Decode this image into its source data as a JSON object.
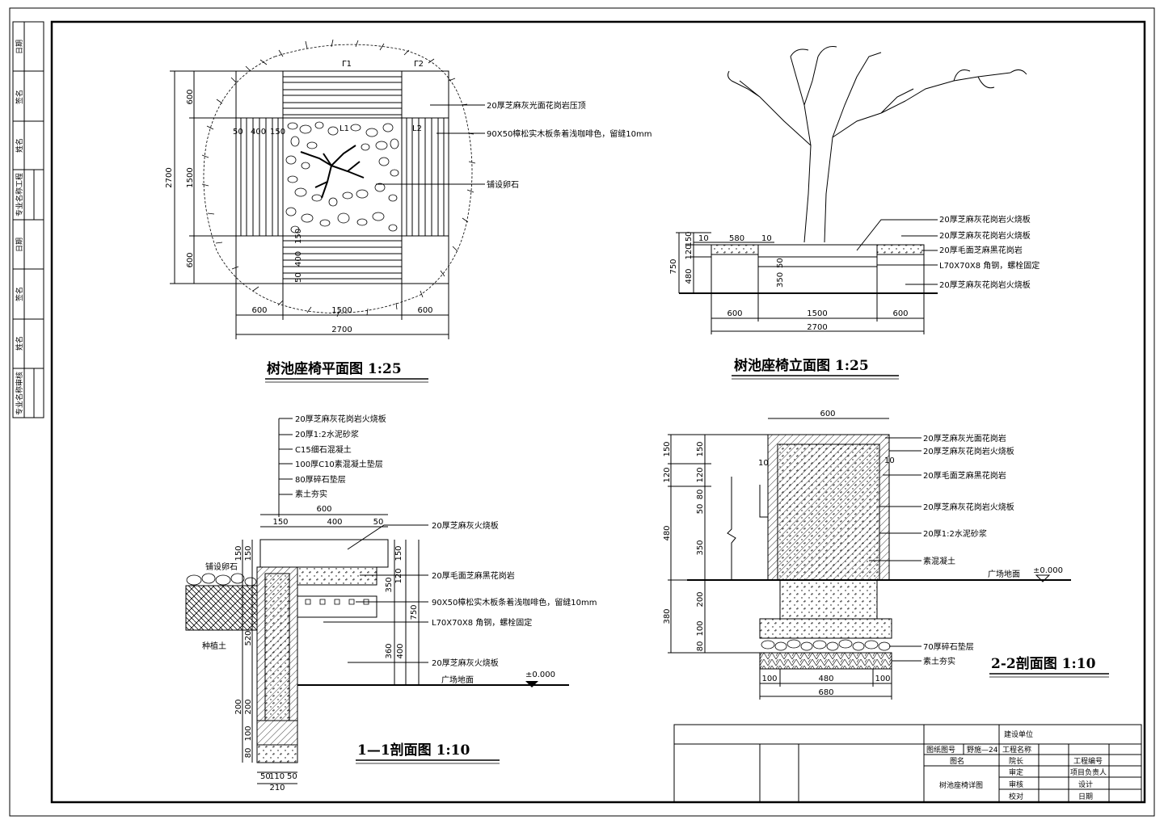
{
  "titles": {
    "plan": "树池座椅平面图 1:25",
    "elevation": "树池座椅立面图 1:25",
    "section11": "1—1剖面图 1:10",
    "section22": "2-2剖面图 1:10"
  },
  "plan": {
    "cut1": "Γ1",
    "cut2": "Γ2",
    "l1": "L1",
    "l2": "L2",
    "notes": [
      "20厚芝麻灰光面花岗岩压顶",
      "90X50樟松实木板条着浅咖啡色，留缝10mm",
      "铺设卵石"
    ],
    "dims_left": [
      "600",
      "1500",
      "600"
    ],
    "dim_total_left": "2700",
    "dims_bottom": [
      "600",
      "1500",
      "600"
    ],
    "dim_total_bottom": "2700",
    "inner_top": [
      "50",
      "400",
      "150"
    ],
    "inner_bottom": [
      "150",
      "400",
      "50"
    ]
  },
  "elevation": {
    "notes": [
      "20厚芝麻灰花岗岩火烧板",
      "20厚芝麻灰花岗岩火烧板",
      "20厚毛面芝麻黑花岗岩",
      "L70X70X8 角钢，螺栓固定",
      "20厚芝麻灰花岗岩火烧板"
    ],
    "dims_left": [
      "750",
      "120",
      "150",
      "480"
    ],
    "dims_top": [
      "10",
      "580",
      "10"
    ],
    "dims_inner": [
      "350",
      "50"
    ],
    "dims_bottom": [
      "600",
      "1500",
      "600"
    ],
    "dim_total": "2700"
  },
  "section11": {
    "layers": [
      "20厚芝麻灰花岗岩火烧板",
      "20厚1:2水泥砂浆",
      "C15细石混凝土",
      "100厚C10素混凝土垫层",
      "80厚碎石垫层",
      "素土夯实"
    ],
    "notes": [
      "20厚芝麻灰火烧板",
      "20厚毛面芝麻黑花岗岩",
      "90X50樟松实木板条着浅咖啡色，留缝10mm",
      "L70X70X8 角钢，螺栓固定",
      "20厚芝麻灰火烧板"
    ],
    "left_notes": [
      "铺设卵石",
      "种植土"
    ],
    "ground": "广场地面",
    "level": "±0.000",
    "dims_top": [
      "600",
      "150",
      "400",
      "50"
    ],
    "dims_left": [
      "150",
      "150",
      "520",
      "200",
      "200",
      "100",
      "80"
    ],
    "dims_right": [
      "150",
      "120",
      "350",
      "360",
      "400",
      "750"
    ],
    "dims_bottom": [
      "50",
      "110",
      "50"
    ],
    "dim_total_bottom": "210"
  },
  "section22": {
    "notes": [
      "20厚芝麻灰光面花岗岩",
      "20厚芝麻灰花岗岩火烧板",
      "20厚毛面芝麻黑花岗岩",
      "20厚芝麻灰花岗岩火烧板",
      "20厚1:2水泥砂浆",
      "素混凝土",
      "70厚碎石垫层",
      "素土夯实"
    ],
    "ground": "广场地面",
    "level": "±0.000",
    "dim_top": "600",
    "dims_left_outer": [
      "150",
      "120",
      "480",
      "380"
    ],
    "dims_left_inner": [
      "150",
      "120",
      "80",
      "50",
      "350",
      "200",
      "100",
      "80"
    ],
    "dims_bottom": [
      "100",
      "480",
      "100"
    ],
    "dim_total": "680",
    "ten": "10"
  },
  "title_block": {
    "org": "建设单位",
    "drawing_no_label": "图纸图号",
    "drawing_no": "野施—24",
    "project_label": "工程名称",
    "name_label": "图名",
    "drawing_name": "树池座椅详图",
    "roles_a": [
      "院长",
      "审定",
      "审核",
      "校对"
    ],
    "roles_b": [
      "工程编号",
      "项目负责人",
      "设计",
      "日期"
    ]
  },
  "side_strip": [
    "日期",
    "签名",
    "姓名",
    "专业名称工程",
    "日期",
    "签名",
    "姓名",
    "专业名称审核"
  ]
}
